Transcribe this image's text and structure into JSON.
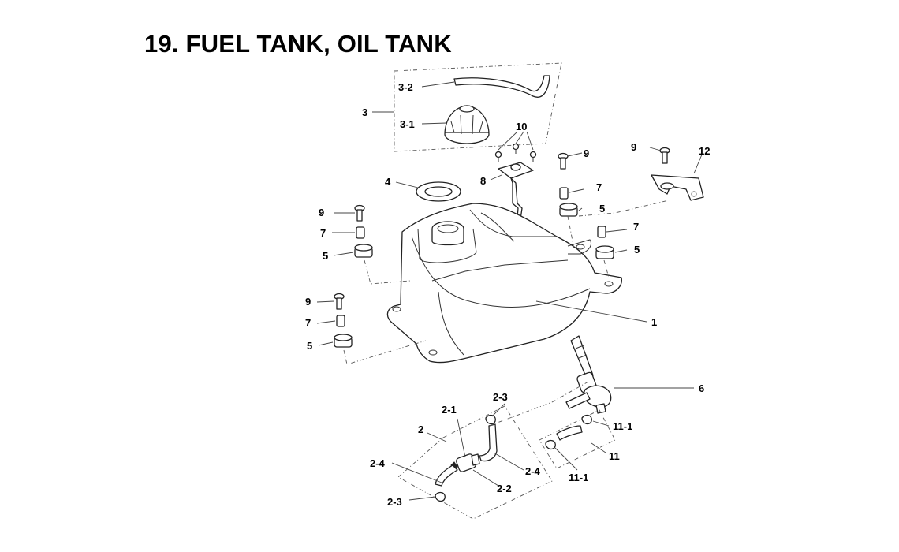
{
  "title": "19. FUEL TANK, OIL TANK",
  "labels": {
    "l_3_2": "3-2",
    "l_3": "3",
    "l_3_1": "3-1",
    "l_10": "10",
    "l_9a": "9",
    "l_9b": "9",
    "l_12": "12",
    "l_8": "8",
    "l_4": "4",
    "l_7a": "7",
    "l_9c": "9",
    "l_5a": "5",
    "l_7b": "7",
    "l_7c": "7",
    "l_5b": "5",
    "l_5c": "5",
    "l_1": "1",
    "l_9d": "9",
    "l_7d": "7",
    "l_5d": "5",
    "l_6": "6",
    "l_2_3a": "2-3",
    "l_2_1": "2-1",
    "l_2": "2",
    "l_11_1a": "11-1",
    "l_2_4a": "2-4",
    "l_2_4b": "2-4",
    "l_11": "11",
    "l_2_2": "2-2",
    "l_11_1b": "11-1",
    "l_2_3b": "2-3"
  }
}
